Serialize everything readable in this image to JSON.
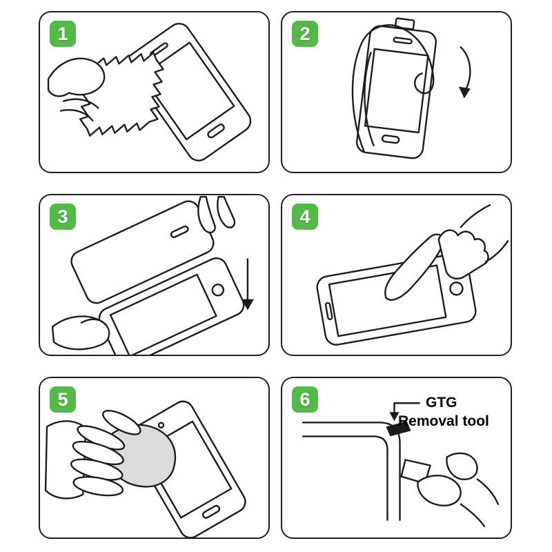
{
  "steps": [
    {
      "number": "1",
      "illustration": "wipe-phone-screen-with-cleaning-cloth"
    },
    {
      "number": "2",
      "illustration": "peel-protective-film-from-protector"
    },
    {
      "number": "3",
      "illustration": "align-and-lower-protector-onto-phone"
    },
    {
      "number": "4",
      "illustration": "press-center-of-screen-with-finger"
    },
    {
      "number": "5",
      "illustration": "smooth-out-bubbles-with-cloth"
    },
    {
      "number": "6",
      "illustration": "lift-corner-with-removal-tool",
      "tool_label_line1": "GTG",
      "tool_label_line2": "Removal tool"
    }
  ],
  "colors": {
    "badge_green": "#53b947",
    "line": "#1c1c1c",
    "background": "#ffffff"
  }
}
